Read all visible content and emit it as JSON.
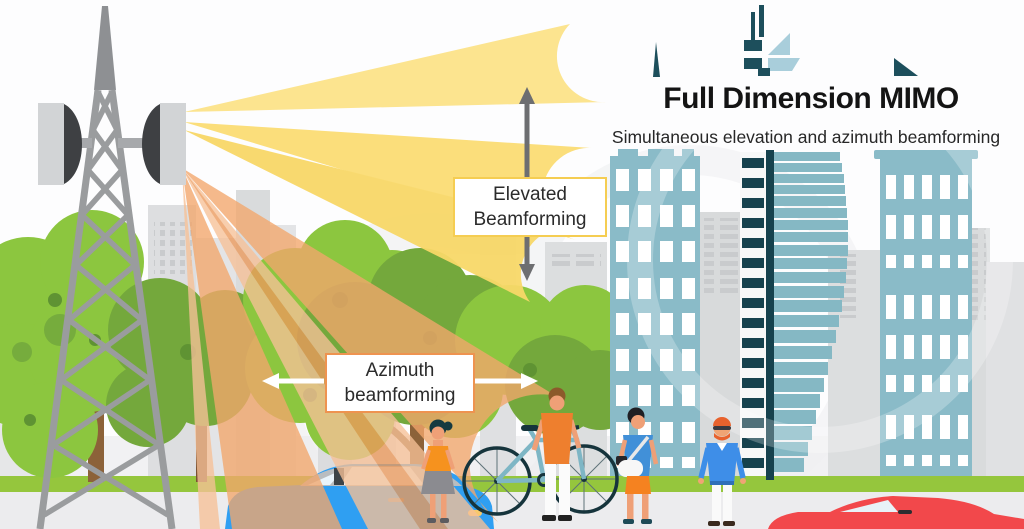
{
  "header": {
    "title": "Full Dimension MIMO",
    "subtitle": "Simultaneous elevation and azimuth beamforming"
  },
  "annotations": {
    "elevated": {
      "line1": "Elevated",
      "line2": "Beamforming"
    },
    "azimuth": {
      "line1": "Azimuth",
      "line2": "beamforming"
    }
  },
  "colors": {
    "beam_yellow": "#fbdd74",
    "beam_yellow_light": "#fce38a",
    "beam_orange": "#f3a76c",
    "beam_orange_light": "#f7c197",
    "grass_green": "#95c63d",
    "tree_green_light": "#8cc63f",
    "tree_green_dark": "#74a83c",
    "trunk_brown": "#8c6239",
    "building_teal": "#8abbc8",
    "building_teal_dark": "#16424e",
    "silhouette_gray": "#dedfe1",
    "tower_gray": "#9a9c9e",
    "antenna_dark": "#3e4043",
    "arrow_gray": "#6d6e71",
    "elevated_border": "#f5cd52",
    "azimuth_border": "#ee9350",
    "road_gray": "#ececee",
    "car_blue": "#2f9ff2",
    "car_red": "#f2484b",
    "person_orange": "#f6921e",
    "person_blue": "#4190d8"
  },
  "scene": {
    "elements": [
      "cell-tower-icon",
      "antenna-panel-icon",
      "elevation-beams",
      "azimuth-beams",
      "elevation-range-arrow",
      "azimuth-range-arrow",
      "tree",
      "city-building",
      "striped-skyscraper",
      "pedestrian",
      "bicycle-icon",
      "blue-car",
      "red-car",
      "grass-strip",
      "road",
      "skyline-silhouette",
      "rooftop-ornament"
    ]
  }
}
